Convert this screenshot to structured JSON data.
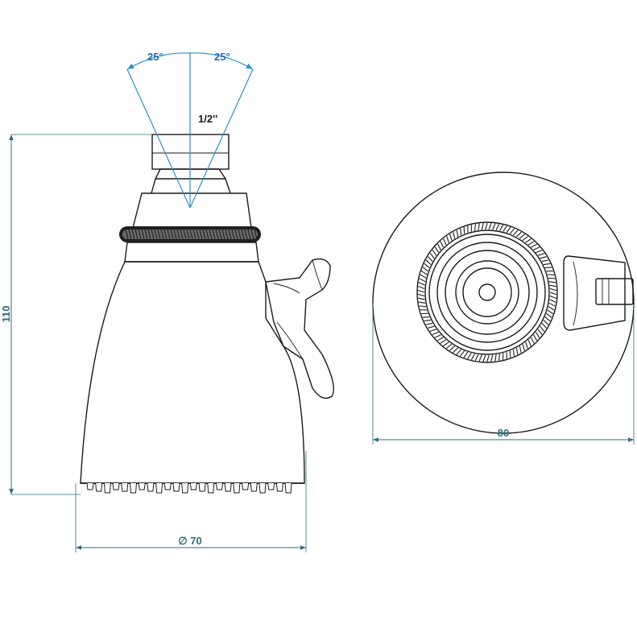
{
  "annotations": {
    "thread_size": "1/2''",
    "angle_left": "25°",
    "angle_right": "25°"
  },
  "dimensions": {
    "height": "110",
    "diameter": "∅ 70",
    "width": "80"
  },
  "colors": {
    "dimension": "#2a6f7a",
    "angle": "#2f8fc9",
    "outline": "#1a1a1a"
  }
}
